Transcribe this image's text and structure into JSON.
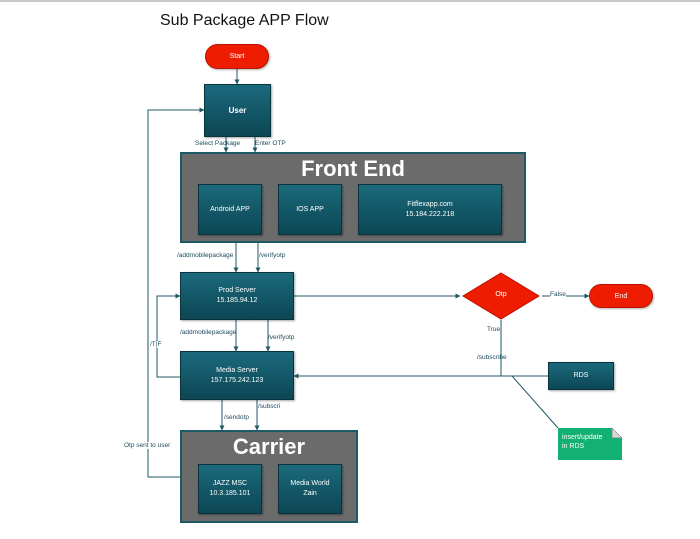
{
  "title": "Sub Package APP Flow",
  "nodes": {
    "start": "Start",
    "user": "User",
    "end": "End",
    "otp": "Otp",
    "prod_name": "Prod Server",
    "prod_ip": "15.185.94.12",
    "media_name": "Media Server",
    "media_ip": "157.175.242.123",
    "rds": "RDS",
    "android": "Android APP",
    "ios": "IOS APP",
    "web_name": "Fitflexapp.com",
    "web_ip": "15.184.222.218",
    "jazz_name": "JAZZ MSC",
    "jazz_ip": "10.3.185.101",
    "mw_name": "Media World",
    "mw_sub": "Zain",
    "note_line1": "insert/update",
    "note_line2": "in RDS"
  },
  "groups": {
    "front_end": "Front End",
    "carrier": "Carrier"
  },
  "edge_labels": {
    "select_package": "Select Package",
    "enter_otp": "Enter OTP",
    "addmobilepackage_1": "/addmobilepackage",
    "verifyotp_1": "/verifyotp",
    "addmobilepackage_2": "/addmobilepackage",
    "verifyotp_2": "/verifyotp",
    "sendotp": "/sendotp",
    "subscri": "/subscri",
    "tf": "/T|F",
    "false": "False",
    "true": "True",
    "subscribe": "/subscribe",
    "otp_sent": "Otp sent to user"
  },
  "colors": {
    "box": "#0f5566",
    "group": "#6b6b6b",
    "terminal": "#ee1c00",
    "note": "#13b074",
    "edge": "#1d5a66"
  }
}
